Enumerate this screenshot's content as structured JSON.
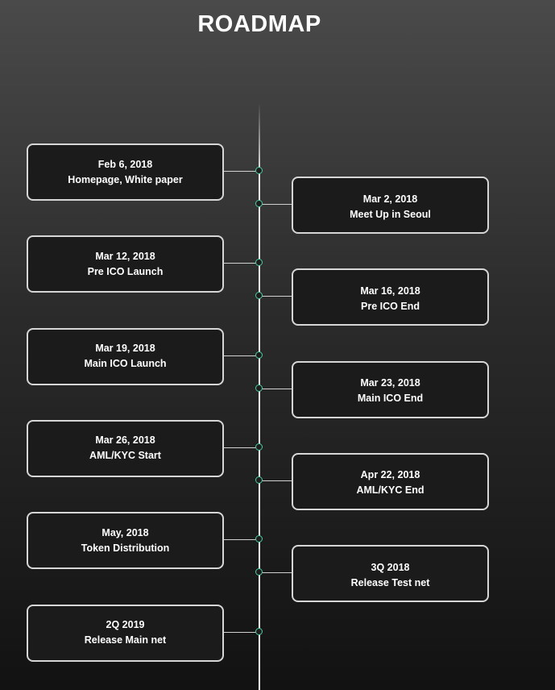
{
  "title": "ROADMAP",
  "milestones": [
    {
      "side": "left",
      "date": "Feb 6, 2018",
      "label": "Homepage, White paper"
    },
    {
      "side": "right",
      "date": "Mar 2, 2018",
      "label": "Meet Up in Seoul"
    },
    {
      "side": "left",
      "date": "Mar 12, 2018",
      "label": "Pre ICO Launch"
    },
    {
      "side": "right",
      "date": "Mar 16, 2018",
      "label": "Pre ICO End"
    },
    {
      "side": "left",
      "date": "Mar 19, 2018",
      "label": "Main ICO Launch"
    },
    {
      "side": "right",
      "date": "Mar 23, 2018",
      "label": "Main ICO End"
    },
    {
      "side": "left",
      "date": "Mar 26, 2018",
      "label": "AML/KYC Start"
    },
    {
      "side": "right",
      "date": "Apr 22, 2018",
      "label": "AML/KYC End"
    },
    {
      "side": "left",
      "date": "May, 2018",
      "label": "Token Distribution"
    },
    {
      "side": "right",
      "date": "3Q 2018",
      "label": "Release Test net"
    },
    {
      "side": "left",
      "date": "2Q 2019",
      "label": "Release Main net"
    }
  ],
  "colors": {
    "dot": "#4ec9a0",
    "card_border": "#d6d6d6",
    "line": "#ffffff"
  }
}
